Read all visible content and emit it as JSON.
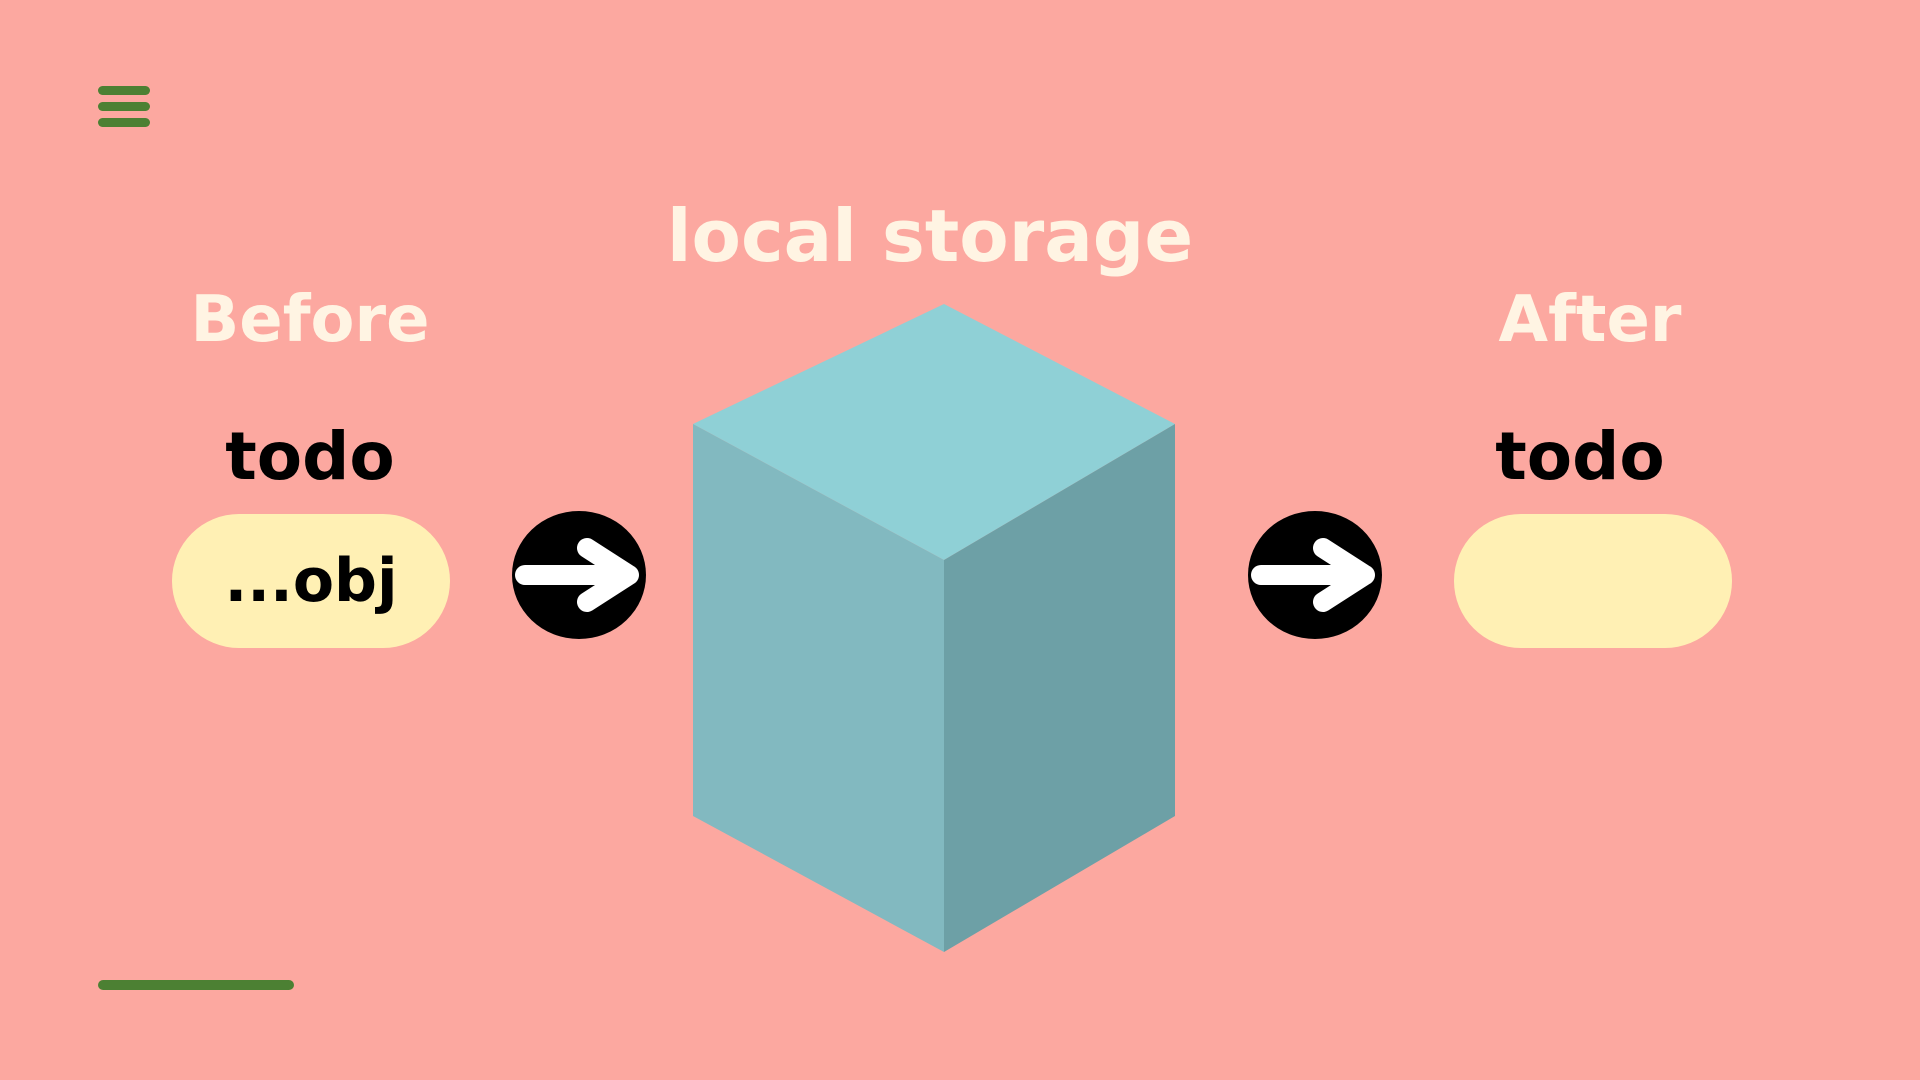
{
  "diagram": {
    "storage_title": "local storage",
    "before": {
      "heading": "Before",
      "key": "todo",
      "value": "...obj"
    },
    "after": {
      "heading": "After",
      "key": "todo",
      "value": ""
    }
  },
  "colors": {
    "background": "#fca8a0",
    "heading_text": "#fff4e3",
    "pill_fill": "#fff0b4",
    "cube_top": "#8fd0d6",
    "cube_left": "#82b9c0",
    "cube_right": "#6da0a6",
    "accent_green": "#4c8033",
    "arrow_circle": "#000000",
    "arrow": "#ffffff"
  },
  "icons": {
    "menu": "hamburger-menu-icon",
    "arrow": "right-arrow-icon"
  }
}
